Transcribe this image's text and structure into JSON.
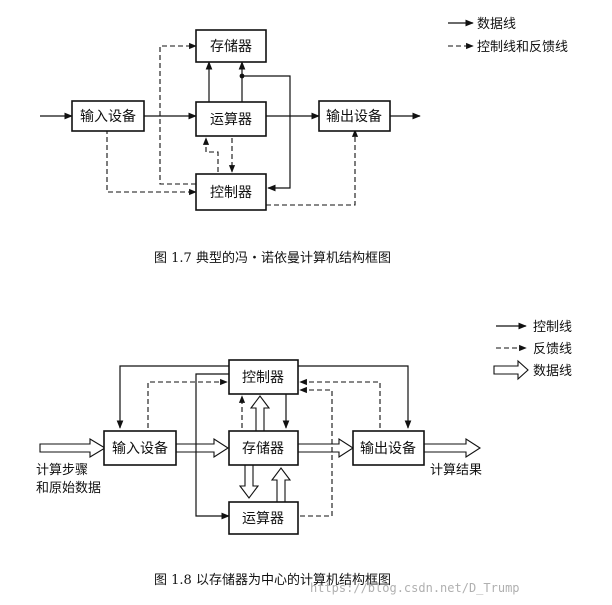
{
  "fig1": {
    "boxes": {
      "storage": "存储器",
      "input": "输入设备",
      "alu": "运算器",
      "output": "输出设备",
      "control": "控制器"
    },
    "legend": {
      "data": "数据线",
      "control": "控制线和反馈线"
    },
    "caption": "图 1.7   典型的冯・诺依曼计算机结构框图"
  },
  "fig2": {
    "boxes": {
      "control": "控制器",
      "input": "输入设备",
      "storage": "存储器",
      "output": "输出设备",
      "alu": "运算器"
    },
    "legend": {
      "control": "控制线",
      "feedback": "反馈线",
      "data": "数据线"
    },
    "input_label_line1": "计算步骤",
    "input_label_line2": "和原始数据",
    "output_label": "计算结果",
    "caption": "图 1.8   以存储器为中心的计算机结构框图"
  },
  "watermark": "https://blog.csdn.net/D_Trump"
}
